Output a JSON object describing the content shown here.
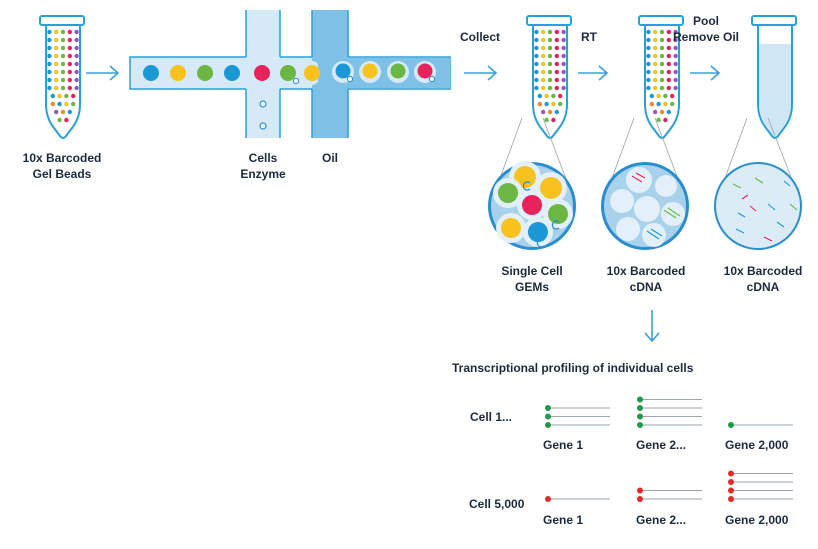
{
  "colors": {
    "tube_outline": "#2a9fd8",
    "channel_fill": "#d6e9f7",
    "oil_fill": "#7fc1e6",
    "arrow": "#3aa0d6",
    "bead_blue": "#1a98d5",
    "bead_yellow": "#f7c21d",
    "bead_green": "#6bb744",
    "bead_red": "#e8225a",
    "circle_fill": "#2a8dd0",
    "gene_green": "#1e9a48",
    "gene_red": "#e22a2a",
    "line_grey": "#9aa3ab"
  },
  "labels": {
    "gel_beads": [
      "10x Barcoded",
      "Gel Beads"
    ],
    "cells_enzyme": [
      "Cells",
      "Enzyme"
    ],
    "oil": "Oil",
    "collect": "Collect",
    "rt": "RT",
    "pool_remove_oil": [
      "Pool",
      "Remove Oil"
    ],
    "single_cell_gems": [
      "Single Cell",
      "GEMs"
    ],
    "barcoded_cdna_1": [
      "10x Barcoded",
      "cDNA"
    ],
    "barcoded_cdna_2": [
      "10x Barcoded",
      "cDNA"
    ],
    "profiling_title": "Transcriptional profiling of individual cells",
    "cell_first": "Cell 1...",
    "cell_last": "Cell 5,000",
    "gene_1": "Gene 1",
    "gene_2": "Gene 2...",
    "gene_2000": "Gene 2,000"
  },
  "profile": {
    "cell_1": {
      "gene_1": 3,
      "gene_2": 4,
      "gene_2000": 1
    },
    "cell_5000": {
      "gene_1": 1,
      "gene_2": 2,
      "gene_2000": 4
    }
  }
}
